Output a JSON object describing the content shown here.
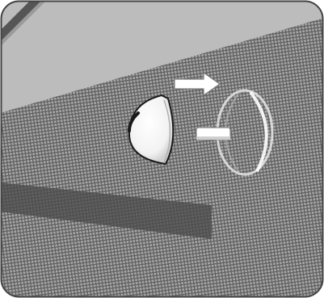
{
  "illustration": {
    "frame_fill": "#bdbdbd",
    "frame_border": "#444444",
    "screen_base": "#a8a8a8",
    "screen_grid": "#5f5f5f",
    "shadow_band": "#4a4a4a",
    "wall_upper": "#bcbcbc",
    "cap_fill": "#ffffff",
    "cap_outline": "#1a1a1a",
    "hole_outline": "#e6e6e6",
    "arrow_fill": "#ffffff",
    "arrow_outline": "#7a7a7a",
    "icons": [
      "screen-mesh",
      "push-pin-cap",
      "pin-hole",
      "direction-arrow",
      "removed-pin"
    ]
  }
}
